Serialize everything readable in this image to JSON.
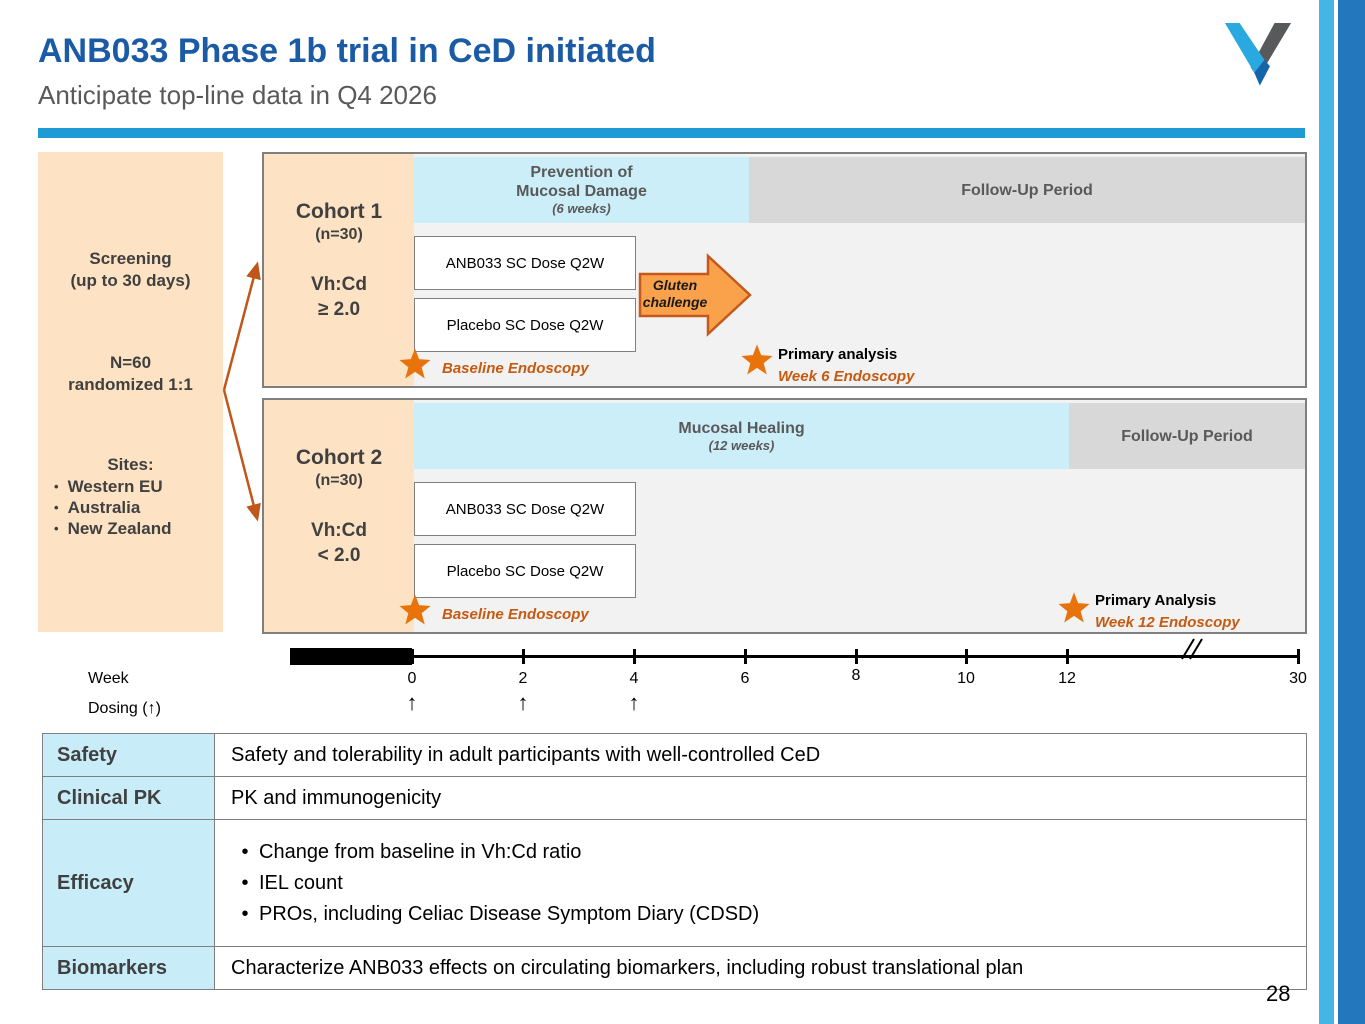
{
  "header": {
    "title": "ANB033 Phase 1b trial in CeD initiated",
    "subtitle": "Anticipate top-line data in Q4 2026"
  },
  "screening_box": {
    "title": "Screening",
    "subtitle": "(up to 30 days)",
    "randomization_line1": "N=60",
    "randomization_line2": "randomized 1:1",
    "sites_label": "Sites:",
    "sites": [
      "Western EU",
      "Australia",
      "New Zealand"
    ]
  },
  "cohort1": {
    "name": "Cohort 1",
    "n": "(n=30)",
    "criteria_line1": "Vh:Cd",
    "criteria_line2": "≥ 2.0",
    "phase_title_line1": "Prevention of",
    "phase_title_line2": "Mucosal Damage",
    "phase_duration": "(6 weeks)",
    "followup_label": "Follow-Up Period",
    "arm1": "ANB033 SC Dose Q2W",
    "arm2": "Placebo SC Dose Q2W",
    "gluten_line1": "Gluten",
    "gluten_line2": "challenge",
    "baseline_label": "Baseline Endoscopy",
    "primary_title": "Primary analysis",
    "primary_detail": "Week 6 Endoscopy"
  },
  "cohort2": {
    "name": "Cohort 2",
    "n": "(n=30)",
    "criteria_line1": "Vh:Cd",
    "criteria_line2": "< 2.0",
    "phase_title_line1": "Mucosal Healing",
    "phase_duration": "(12 weeks)",
    "followup_label": "Follow-Up Period",
    "arm1": "ANB033 SC Dose Q2W",
    "arm2": "Placebo SC Dose Q2W",
    "baseline_label": "Baseline Endoscopy",
    "primary_title": "Primary Analysis",
    "primary_detail": "Week 12 Endoscopy"
  },
  "timeline": {
    "week_label": "Week",
    "dosing_label": "Dosing (↑)",
    "ticks": [
      "0",
      "2",
      "4",
      "6",
      "8",
      "10",
      "12",
      "30"
    ],
    "dose_arrow": "↑"
  },
  "endpoints_table": {
    "rows": [
      {
        "label": "Safety",
        "text": "Safety and tolerability in adult participants with well-controlled CeD"
      },
      {
        "label": "Clinical PK",
        "text": "PK and immunogenicity"
      },
      {
        "label": "Efficacy",
        "bullets": [
          "Change from baseline in Vh:Cd ratio",
          "IEL count",
          "PROs, including Celiac Disease Symptom Diary (CDSD)"
        ]
      },
      {
        "label": "Biomarkers",
        "text": "Characterize ANB033 effects on circulating biomarkers, including robust translational plan"
      }
    ]
  },
  "page_number": "28",
  "colors": {
    "title_blue": "#1b5aa5",
    "accent_blue": "#1e9ad6",
    "stripe_light": "#45b5e5",
    "stripe_dark": "#2277bd",
    "peach": "#fde3c4",
    "cyan_fill": "#cceef9",
    "grey_fill": "#d8d8d8",
    "orange_text": "#c55a11",
    "star_orange": "#e8730a",
    "gluten_fill": "#f9a14b"
  }
}
